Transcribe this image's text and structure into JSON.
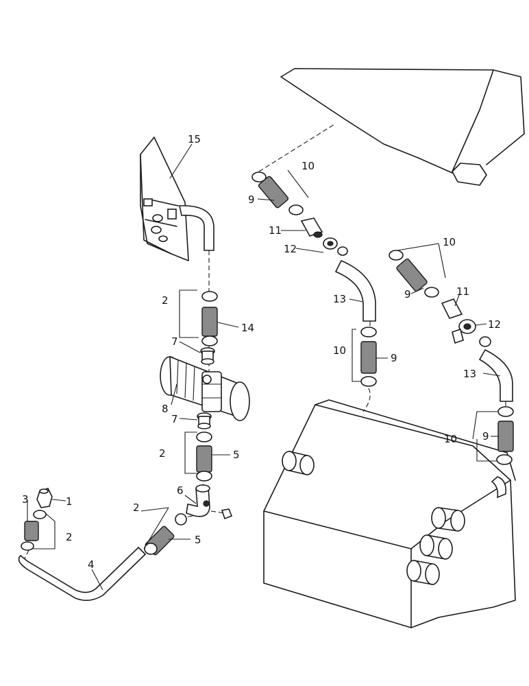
{
  "callouts": [
    {
      "id": "c1",
      "text": "1"
    },
    {
      "id": "c2a",
      "text": "2"
    },
    {
      "id": "c2b",
      "text": "2"
    },
    {
      "id": "c2c",
      "text": "2"
    },
    {
      "id": "c2d",
      "text": "2"
    },
    {
      "id": "c3",
      "text": "3"
    },
    {
      "id": "c4",
      "text": "4"
    },
    {
      "id": "c5a",
      "text": "5"
    },
    {
      "id": "c5b",
      "text": "5"
    },
    {
      "id": "c6",
      "text": "6"
    },
    {
      "id": "c7a",
      "text": "7"
    },
    {
      "id": "c7b",
      "text": "7"
    },
    {
      "id": "c8",
      "text": "8"
    },
    {
      "id": "c9a",
      "text": "9"
    },
    {
      "id": "c9b",
      "text": "9"
    },
    {
      "id": "c9c",
      "text": "9"
    },
    {
      "id": "c9d",
      "text": "9"
    },
    {
      "id": "c10a",
      "text": "10"
    },
    {
      "id": "c10b",
      "text": "10"
    },
    {
      "id": "c10c",
      "text": "10"
    },
    {
      "id": "c10d",
      "text": "10"
    },
    {
      "id": "c11a",
      "text": "11"
    },
    {
      "id": "c11b",
      "text": "11"
    },
    {
      "id": "c12a",
      "text": "12"
    },
    {
      "id": "c12b",
      "text": "12"
    },
    {
      "id": "c13a",
      "text": "13"
    },
    {
      "id": "c13b",
      "text": "13"
    },
    {
      "id": "c14",
      "text": "14"
    },
    {
      "id": "c15",
      "text": "15"
    }
  ]
}
